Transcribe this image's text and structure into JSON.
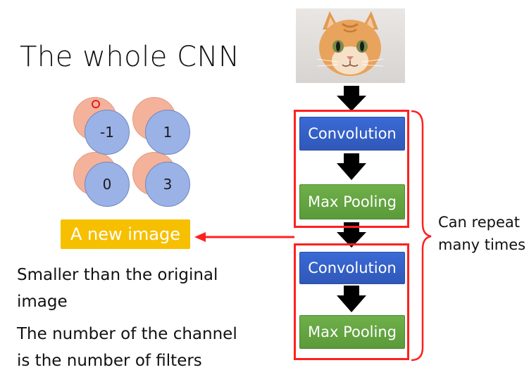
{
  "slide": {
    "title": "The whole CNN",
    "feature_map": {
      "values": [
        "-1",
        "1",
        "0",
        "3"
      ]
    },
    "new_image_label": "A new image",
    "bullets": {
      "b1_line1": "Smaller than the original",
      "b1_line2": "image",
      "b2_line1": "The number of the channel",
      "b2_line2": "is the number of filters"
    },
    "pipeline": {
      "convolution_1": "Convolution",
      "max_pooling_1": "Max Pooling",
      "convolution_2": "Convolution",
      "max_pooling_2": "Max Pooling"
    },
    "repeat_note": {
      "line1": "Can repeat",
      "line2": "many times"
    },
    "colors": {
      "red_frame": "#ff2020",
      "conv_blue": "#3a6ad6",
      "pool_green": "#6fb04a",
      "new_image_orange": "#f6c000",
      "circle_blue": "#9bb2e6",
      "circle_salmon": "#f4b29a"
    }
  }
}
